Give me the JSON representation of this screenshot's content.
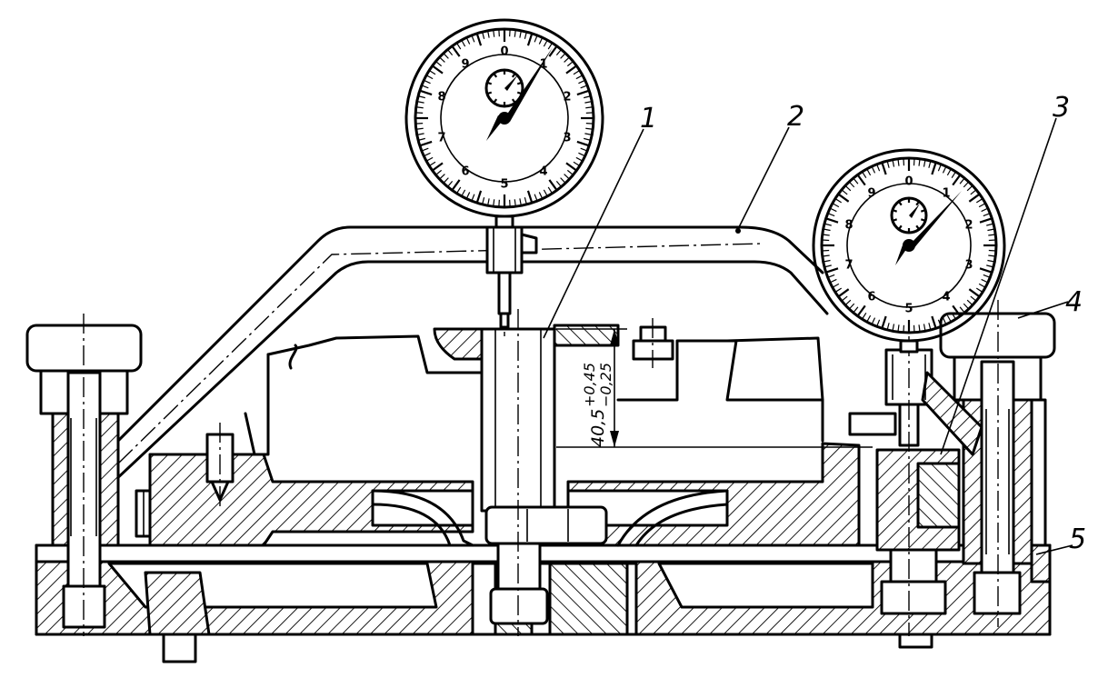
{
  "callouts": {
    "c1": "1",
    "c2": "2",
    "c3": "3",
    "c4": "4",
    "c5": "5"
  },
  "dimension": {
    "base": "40,5",
    "upper": "+0,45",
    "lower": "−0,25"
  },
  "dial_left": {
    "numbers": [
      "0",
      "1",
      "2",
      "3",
      "4",
      "5",
      "6",
      "7",
      "8",
      "9"
    ]
  },
  "dial_right": {
    "numbers": [
      "0",
      "1",
      "2",
      "3",
      "4",
      "5",
      "6",
      "7",
      "8",
      "9"
    ]
  }
}
